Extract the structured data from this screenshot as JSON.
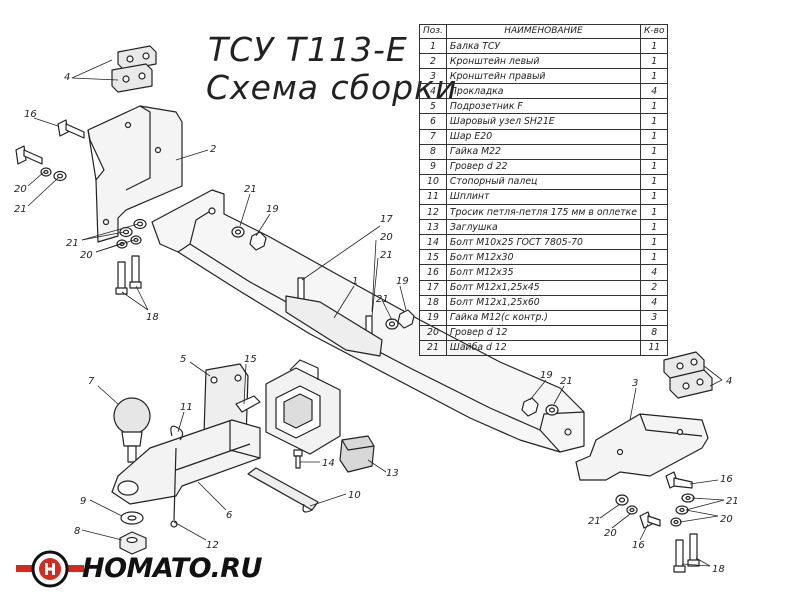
{
  "title": {
    "line1": "ТСУ T113-E",
    "line2": "Схема сборки"
  },
  "table": {
    "headers": {
      "pos": "Поз.",
      "name": "НАИМЕНОВАНИЕ",
      "qty": "К-во"
    },
    "rows": [
      {
        "pos": "1",
        "name": "Балка ТСУ",
        "qty": "1"
      },
      {
        "pos": "2",
        "name": "Кронштейн левый",
        "qty": "1"
      },
      {
        "pos": "3",
        "name": "Кронштейн правый",
        "qty": "1"
      },
      {
        "pos": "4",
        "name": "Прокладка",
        "qty": "4"
      },
      {
        "pos": "5",
        "name": "Подрозетник F",
        "qty": "1"
      },
      {
        "pos": "6",
        "name": "Шаровый узел SH21E",
        "qty": "1"
      },
      {
        "pos": "7",
        "name": "Шар E20",
        "qty": "1"
      },
      {
        "pos": "8",
        "name": "Гайка М22",
        "qty": "1"
      },
      {
        "pos": "9",
        "name": "Гровер d 22",
        "qty": "1"
      },
      {
        "pos": "10",
        "name": "Стопорный палец",
        "qty": "1"
      },
      {
        "pos": "11",
        "name": "Шплинт",
        "qty": "1"
      },
      {
        "pos": "12",
        "name": "Тросик петля-петля 175 мм в оплетке",
        "qty": "1"
      },
      {
        "pos": "13",
        "name": "Заглушка",
        "qty": "1"
      },
      {
        "pos": "14",
        "name": "Болт М10х25 ГОСТ 7805-70",
        "qty": "1"
      },
      {
        "pos": "15",
        "name": "Болт М12х30",
        "qty": "1"
      },
      {
        "pos": "16",
        "name": "Болт М12х35",
        "qty": "4"
      },
      {
        "pos": "17",
        "name": "Болт М12х1,25х45",
        "qty": "2"
      },
      {
        "pos": "18",
        "name": "Болт М12х1,25х60",
        "qty": "4"
      },
      {
        "pos": "19",
        "name": "Гайка М12(с контр.)",
        "qty": "3"
      },
      {
        "pos": "20",
        "name": "Гровер d 12",
        "qty": "8"
      },
      {
        "pos": "21",
        "name": "Шайба d 12",
        "qty": "11"
      }
    ]
  },
  "callouts": {
    "c1": "1",
    "c2": "2",
    "c3": "3",
    "c4a": "4",
    "c4b": "4",
    "c5": "5",
    "c6": "6",
    "c7": "7",
    "c8": "8",
    "c9": "9",
    "c10": "10",
    "c11": "11",
    "c12": "12",
    "c13": "13",
    "c14": "14",
    "c15": "15",
    "c16a": "16",
    "c16b": "16",
    "c16c": "16",
    "c17": "17",
    "c18a": "18",
    "c18b": "18",
    "c19a": "19",
    "c19b": "19",
    "c19c": "19",
    "c20a": "20",
    "c20b": "20",
    "c20c": "20",
    "c20d": "20",
    "c21a": "21",
    "c21b": "21",
    "c21c": "21",
    "c21d": "21",
    "c21e": "21",
    "c21f": "21",
    "c21g": "21",
    "c21h": "21"
  },
  "brand": {
    "name": "HOMATO.RU",
    "accent": "#d52b1e"
  },
  "colors": {
    "line": "#222222",
    "fill": "#ffffff",
    "shade": "#dddddd"
  }
}
